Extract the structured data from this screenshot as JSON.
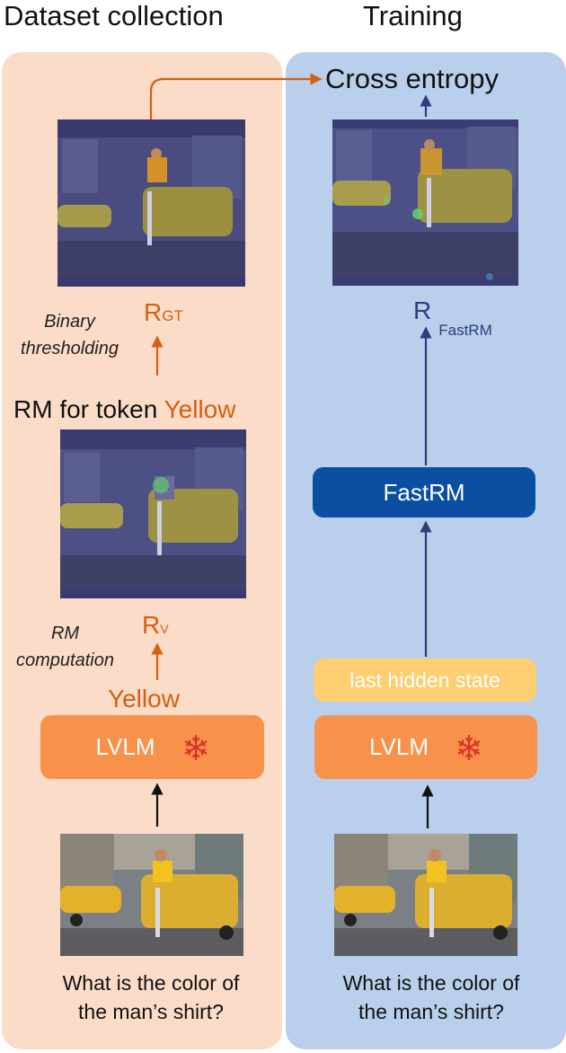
{
  "headings": {
    "left": "Dataset collection",
    "right": "Training"
  },
  "left": {
    "rgt_base": "R",
    "rgt_sub": "GT",
    "binary_label_line1": "Binary",
    "binary_label_line2": "thresholding",
    "rm_title_prefix": "RM for token ",
    "rm_title_token": "Yellow",
    "rv_base": "R",
    "rv_sub": "V",
    "rm_label_line1": "RM",
    "rm_label_line2": "computation",
    "output_token": "Yellow",
    "lvlm_label": "LVLM",
    "question_line1": "What is the color of",
    "question_line2": "the man’s shirt?"
  },
  "right": {
    "loss_label": "Cross entropy",
    "r_base": "R",
    "r_sub": "FastRM",
    "fastrm_label": "FastRM",
    "hidden_label": "last hidden state",
    "lvlm_label": "LVLM",
    "question_line1": "What is the color of",
    "question_line2": "the man’s shirt?"
  },
  "icons": {
    "frozen": "snowflake-icon"
  },
  "colors": {
    "left_panel": "#fbdcc9",
    "right_panel": "#b9cfec",
    "lvlm": "#f89149",
    "fastrm": "#0b4ea2",
    "hidden_state": "#fbcf72",
    "orange_accent": "#d4600f",
    "blue_accent": "#2e3d7d",
    "snowflake": "#d9332b"
  }
}
